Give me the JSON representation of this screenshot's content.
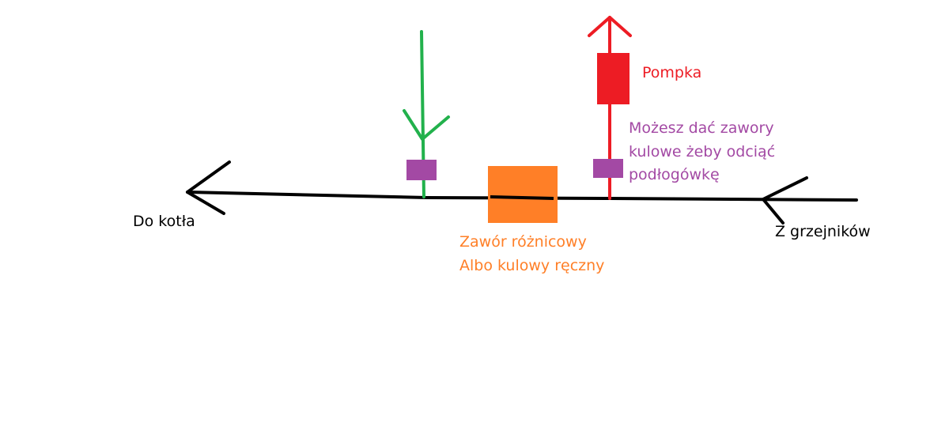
{
  "labels": {
    "boiler": "Do kotła",
    "radiators": "Z grzejników",
    "pump": "Pompka",
    "valve_note": [
      "Możesz dać zawory",
      "kulowe żeby odciąć",
      "podłogówkę"
    ],
    "diff_valve": [
      "Zawór różnicowy",
      "Albo kulowy ręczny"
    ]
  },
  "colors": {
    "main_pipe": "#000000",
    "supply_pipe": "#22b14c",
    "return_pipe": "#ed1c24",
    "ball_valve": "#a349a4",
    "diff_valve": "#ff7f27",
    "pump_text": "#ed1c24",
    "note_text": "#a349a4",
    "diff_text": "#ff7f27"
  }
}
